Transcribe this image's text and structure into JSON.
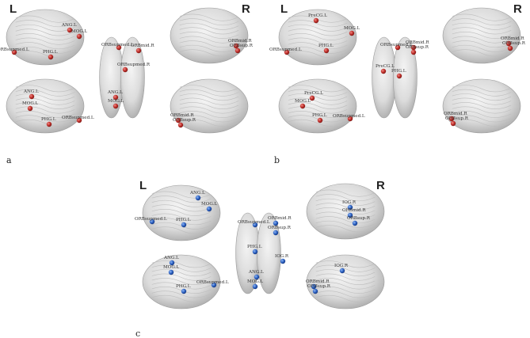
{
  "panels": [
    {
      "letter": "a",
      "hemi": {
        "left": "L",
        "right": "R"
      },
      "node_color": "#c0302b",
      "labels": [
        "ANG.L",
        "MOG.L",
        "ORBsupmed.L",
        "PHG.L",
        "ORBsupmed.L",
        "ORBmid.R",
        "ORBsupmed.R",
        "ANG.L",
        "MOG.L",
        "ORBmid.R",
        "ORBsup.R",
        "ANG.L",
        "MOG.L",
        "PHG.L",
        "ORBsupmed.L",
        "ORBmid.R",
        "ORBsup.R"
      ]
    },
    {
      "letter": "b",
      "hemi": {
        "left": "L",
        "right": "R"
      },
      "node_color": "#c0302b",
      "labels": [
        "PreCG.L",
        "MOG.L",
        "ORBsupmed.L",
        "PHG.L",
        "ORBsupmed.L",
        "ORBmid.R",
        "ORBsup.R",
        "PreCG.L",
        "PHG.L",
        "ORBmid.R",
        "ORBsup.R",
        "PreCG.L",
        "MOG.L",
        "PHG.L",
        "ORBsupmed.L",
        "ORBmid.R",
        "ORBsup.R"
      ]
    },
    {
      "letter": "c",
      "hemi": {
        "left": "L",
        "right": "R"
      },
      "node_color": "#2e63c4",
      "labels": [
        "ANG.L",
        "MOG.L",
        "ORBsupmed.L",
        "PHG.L",
        "ORBsupmed.L",
        "ORBmid.R",
        "ORBsup.R",
        "PHG.L",
        "ANG.L",
        "MOG.L",
        "IOG.R",
        "IOG.R",
        "ORBmid.R",
        "ORBsup.R",
        "ANG.L",
        "MOG.L",
        "PHG.L",
        "ORBsupmed.L",
        "IOG.R",
        "ORBmid.R",
        "ORBsup.R"
      ]
    }
  ]
}
